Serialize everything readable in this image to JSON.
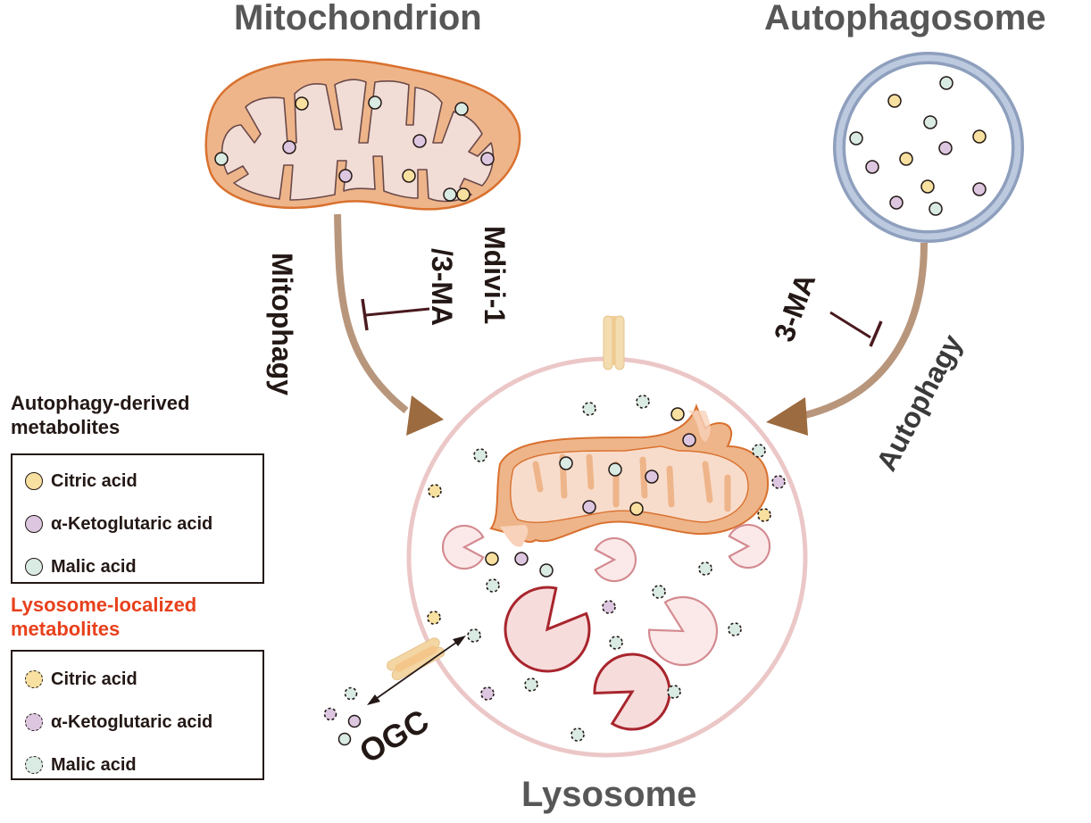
{
  "titles": {
    "mitochondrion": "Mitochondrion",
    "autophagosome": "Autophagosome",
    "lysosome": "Lysosome"
  },
  "pathways": {
    "mitophagy": "Mitophagy",
    "mitophagy_inhibitor": [
      "Mdivi-1",
      "/3-MA"
    ],
    "autophagy": "Autophagy",
    "autophagy_inhibitor": "3-MA",
    "transporter": "OGC"
  },
  "legend": {
    "autophagy_derived": {
      "heading": [
        "Autophagy-derived",
        "metabolites"
      ],
      "style": "solid",
      "items": [
        {
          "label": "Citric acid",
          "color": "#f7e0a0"
        },
        {
          "label": "α-Ketoglutaric acid",
          "color": "#dcc6e0"
        },
        {
          "label": "Malic acid",
          "color": "#d9ebe3"
        }
      ]
    },
    "lysosome_localized": {
      "heading": [
        "Lysosome-localized",
        "metabolites"
      ],
      "style": "dashed",
      "items": [
        {
          "label": "Citric acid",
          "color": "#f7e0a0"
        },
        {
          "label": "α-Ketoglutaric acid",
          "color": "#dcc6e0"
        },
        {
          "label": "Malic acid",
          "color": "#d9ebe3"
        }
      ]
    }
  },
  "colors": {
    "citric": "#f7e0a0",
    "akg": "#dcc6e0",
    "malic": "#d9ebe3",
    "mito_outer": "#eeb58a",
    "mito_stroke": "#d9712f",
    "mito_inner": "#f2ddd6",
    "autophagosome_ring": "#a9b8d3",
    "lysosome_ring": "#ecc7c7",
    "pathway_arrow": "#b8967c",
    "arrow_head": "#9c6b3f",
    "inhibitor": "#4a1a1f",
    "enzyme_dark": "#a8252d",
    "enzyme_light": "#d38a90",
    "legend_red": "#e8401c"
  }
}
